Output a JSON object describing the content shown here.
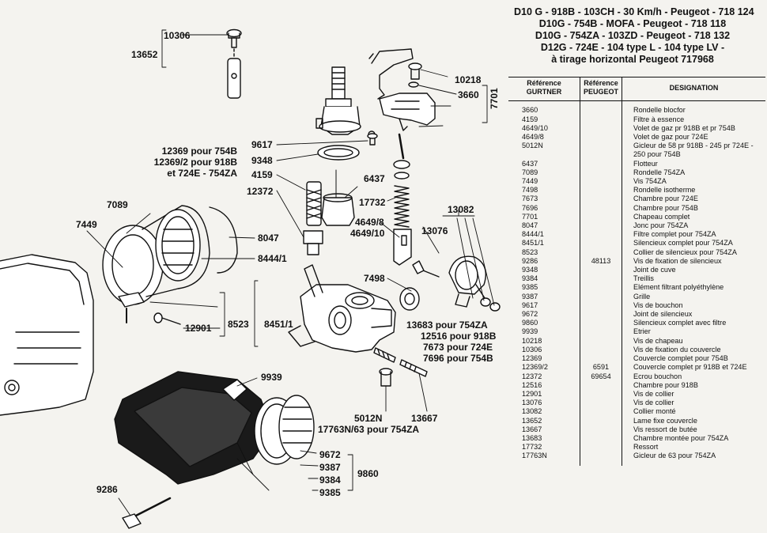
{
  "header_lines": [
    "D10 G - 918B - 103CH - 30 Km/h - Peugeot - 718 124",
    "D10G - 754B - MOFA - Peugeot - 718 118",
    "D10G - 754ZA - 103ZD - Peugeot - 718 132",
    "D12G - 724E - 104 type L - 104 type LV -",
    "à tirage horizontal Peugeot 717968"
  ],
  "table": {
    "columns": [
      "Référence GURTNER",
      "Référence PEUGEOT",
      "DESIGNATION"
    ],
    "rows": [
      {
        "ref": "3660",
        "peugeot": "",
        "designation": "Rondelle blocfor"
      },
      {
        "ref": "4159",
        "peugeot": "",
        "designation": "Filtre à essence"
      },
      {
        "ref": "4649/10",
        "peugeot": "",
        "designation": "Volet de gaz pr 918B et pr 754B"
      },
      {
        "ref": "4649/8",
        "peugeot": "",
        "designation": "Volet de gaz pour 724E"
      },
      {
        "ref": "5012N",
        "peugeot": "",
        "designation": "Gicleur de 58 pr 918B - 245 pr 724E -"
      },
      {
        "ref": "",
        "peugeot": "",
        "designation": "250 pour 754B"
      },
      {
        "ref": "6437",
        "peugeot": "",
        "designation": "Flotteur"
      },
      {
        "ref": "7089",
        "peugeot": "",
        "designation": "Rondelle 754ZA"
      },
      {
        "ref": "7449",
        "peugeot": "",
        "designation": "Vis 754ZA"
      },
      {
        "ref": "7498",
        "peugeot": "",
        "designation": "Rondelle isotherme"
      },
      {
        "ref": "7673",
        "peugeot": "",
        "designation": "Chambre pour 724E"
      },
      {
        "ref": "7696",
        "peugeot": "",
        "designation": "Chambre pour 754B"
      },
      {
        "ref": "7701",
        "peugeot": "",
        "designation": "Chapeau complet"
      },
      {
        "ref": "8047",
        "peugeot": "",
        "designation": "Jonc pour 754ZA"
      },
      {
        "ref": "8444/1",
        "peugeot": "",
        "designation": "Filtre complet pour 754ZA"
      },
      {
        "ref": "8451/1",
        "peugeot": "",
        "designation": "Silencieux complet pour 754ZA"
      },
      {
        "ref": "8523",
        "peugeot": "",
        "designation": "Collier de silencieux pour 754ZA"
      },
      {
        "ref": "9286",
        "peugeot": "48113",
        "designation": "Vis de fixation de silencieux"
      },
      {
        "ref": "9348",
        "peugeot": "",
        "designation": "Joint de cuve"
      },
      {
        "ref": "9384",
        "peugeot": "",
        "designation": "Treillis"
      },
      {
        "ref": "9385",
        "peugeot": "",
        "designation": "Elément filtrant polyéthylène"
      },
      {
        "ref": "9387",
        "peugeot": "",
        "designation": "Grille"
      },
      {
        "ref": "9617",
        "peugeot": "",
        "designation": "Vis de bouchon"
      },
      {
        "ref": "9672",
        "peugeot": "",
        "designation": "Joint de silencieux"
      },
      {
        "ref": "9860",
        "peugeot": "",
        "designation": "Silencieux complet avec filtre"
      },
      {
        "ref": "9939",
        "peugeot": "",
        "designation": "Etrier"
      },
      {
        "ref": "10218",
        "peugeot": "",
        "designation": "Vis de chapeau"
      },
      {
        "ref": "10306",
        "peugeot": "",
        "designation": "Vis de fixation du couvercle"
      },
      {
        "ref": "12369",
        "peugeot": "",
        "designation": "Couvercle complet pour 754B"
      },
      {
        "ref": "12369/2",
        "peugeot": "6591",
        "designation": "Couvercle complet pr 918B et 724E"
      },
      {
        "ref": "12372",
        "peugeot": "69654",
        "designation": "Ecrou bouchon"
      },
      {
        "ref": "12516",
        "peugeot": "",
        "designation": "Chambre pour 918B"
      },
      {
        "ref": "12901",
        "peugeot": "",
        "designation": "Vis de collier"
      },
      {
        "ref": "13076",
        "peugeot": "",
        "designation": "Vis de collier"
      },
      {
        "ref": "13082",
        "peugeot": "",
        "designation": "Collier monté"
      },
      {
        "ref": "13652",
        "peugeot": "",
        "designation": "Lame fixe couvercle"
      },
      {
        "ref": "13667",
        "peugeot": "",
        "designation": "Vis ressort de butée"
      },
      {
        "ref": "13683",
        "peugeot": "",
        "designation": "Chambre montée pour 754ZA"
      },
      {
        "ref": "17732",
        "peugeot": "",
        "designation": "Ressort"
      },
      {
        "ref": "17763N",
        "peugeot": "",
        "designation": "Gicleur de 63 pour 754ZA"
      }
    ]
  },
  "callouts": {
    "c10306": "10306",
    "c13652": "13652",
    "c10218": "10218",
    "c3660": "3660",
    "c7701": "7701",
    "c12369_754b": "12369 pour 754B",
    "c12369_2": "12369/2 pour 918B",
    "c724e_754za": "et 724E - 754ZA",
    "c9617": "9617",
    "c9348": "9348",
    "c4159": "4159",
    "c12372": "12372",
    "c6437": "6437",
    "c17732": "17732",
    "c13082": "13082",
    "c7089": "7089",
    "c7449": "7449",
    "c8047": "8047",
    "c8444_1": "8444/1",
    "c4649_8": "4649/8",
    "c4649_10": "4649/10",
    "c13076": "13076",
    "c7498": "7498",
    "c8523": "8523",
    "c8451_1": "8451/1",
    "c12901": "12901",
    "c13683": "13683 pour 754ZA",
    "c12516": "12516 pour 918B",
    "c7673": "7673 pour 724E",
    "c7696": "7696 pour 754B",
    "c9939": "9939",
    "c5012n": "5012N",
    "c13667": "13667",
    "c17763n": "17763N/63 pour 754ZA",
    "c9672": "9672",
    "c9387": "9387",
    "c9384": "9384",
    "c9385": "9385",
    "c9860": "9860",
    "c9286": "9286"
  }
}
